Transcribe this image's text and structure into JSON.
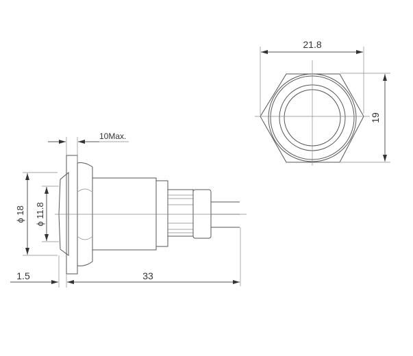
{
  "title": "Push button switch dimension drawing",
  "dimensions": {
    "width_front": "21.8",
    "height_front": "19",
    "panel_max": "10Max.",
    "bezel_diameter": "ϕ 18",
    "button_diameter": "ϕ 11.8",
    "bezel_thickness": "1.5",
    "body_length": "33"
  }
}
